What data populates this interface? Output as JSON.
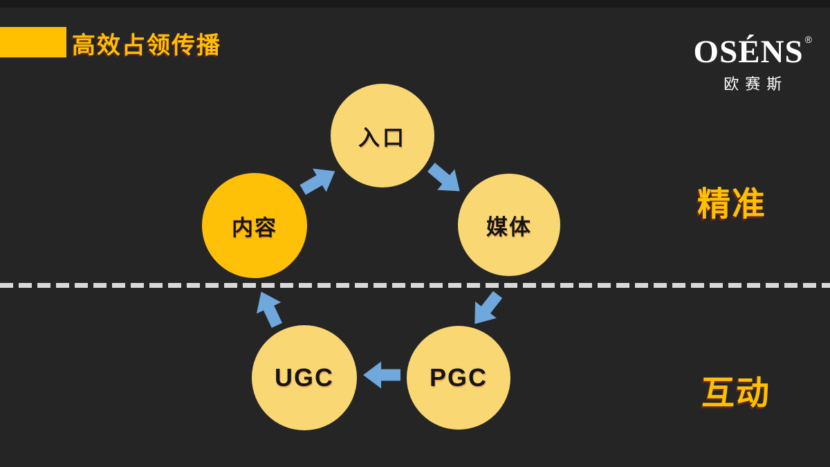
{
  "slide": {
    "background_color": "#252525",
    "top_strip_color": "#1a1a1a"
  },
  "header": {
    "title": "高效占领传播",
    "title_color": "#FFC000",
    "accent_block_color": "#FFC000"
  },
  "logo": {
    "brand": "OSÉNS",
    "registered_mark": "®",
    "brand_cn": "欧赛斯",
    "color": "#FFFFFF"
  },
  "diagram": {
    "type": "cycle",
    "nodes": [
      {
        "id": "entry",
        "label": "入口",
        "fill": "#F9D873"
      },
      {
        "id": "media",
        "label": "媒体",
        "fill": "#F9D873"
      },
      {
        "id": "content",
        "label": "内容",
        "fill": "#FFC008"
      },
      {
        "id": "ugc",
        "label": "UGC",
        "fill": "#F9D873"
      },
      {
        "id": "pgc",
        "label": "PGC",
        "fill": "#F9D873"
      }
    ],
    "arrows": [
      {
        "from": "content",
        "to": "entry",
        "direction": "up-right"
      },
      {
        "from": "entry",
        "to": "media",
        "direction": "down-right"
      },
      {
        "from": "media",
        "to": "pgc",
        "direction": "down-left"
      },
      {
        "from": "pgc",
        "to": "ugc",
        "direction": "left"
      },
      {
        "from": "ugc",
        "to": "content",
        "direction": "up-left"
      }
    ],
    "arrow_color": "#6FA8DC",
    "divider": {
      "style": "dashed",
      "color": "#D9D9D9"
    }
  },
  "annotations": {
    "upper": "精准",
    "lower": "互动",
    "color": "#FFC000"
  }
}
